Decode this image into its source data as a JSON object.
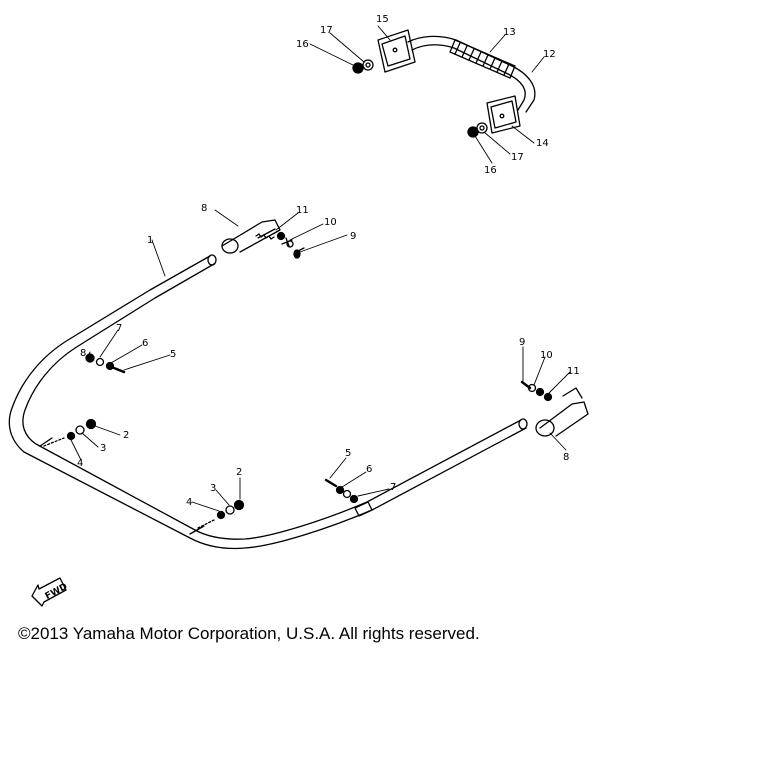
{
  "callouts": {
    "c1": "1",
    "c2a": "2",
    "c2b": "2",
    "c3a": "3",
    "c3b": "3",
    "c4a": "4",
    "c4b": "4",
    "c5a": "5",
    "c5b": "5",
    "c6a": "6",
    "c6b": "6",
    "c7a": "7",
    "c7b": "7",
    "c8a": "8",
    "c8b": "8",
    "c9a": "9",
    "c9b": "9",
    "c10a": "10",
    "c10b": "10",
    "c11a": "11",
    "c11b": "11",
    "c12": "12",
    "c13": "13",
    "c14": "14",
    "c15": "15",
    "c16a": "16",
    "c16b": "16",
    "c17a": "17",
    "c17b": "17"
  },
  "fwd_label": "FWD",
  "copyright": "©2013 Yamaha Motor Corporation, U.S.A. All rights reserved."
}
